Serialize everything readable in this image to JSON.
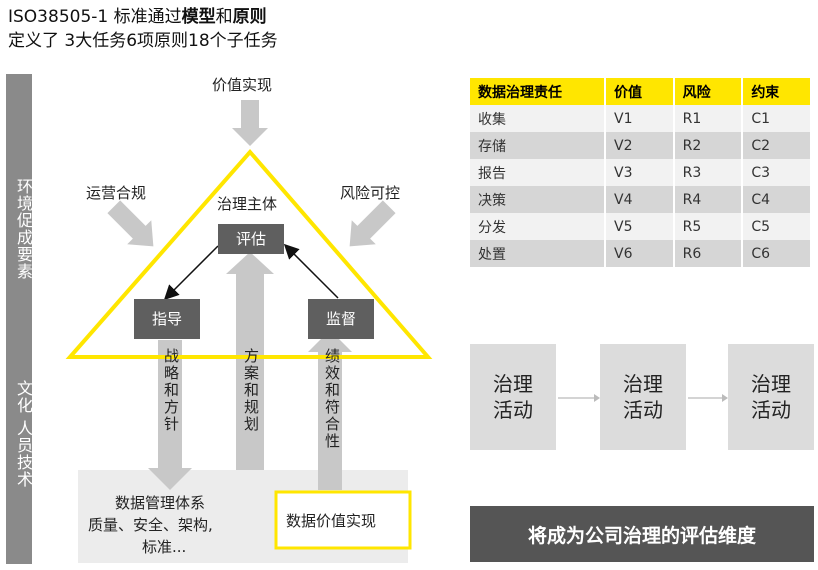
{
  "title": {
    "line1_prefix": "ISO38505-1 标准通过",
    "line1_bold1": "模型",
    "line1_mid": "和",
    "line1_bold2": "原则",
    "line2": "定义了 3大任务6项原则18个子任务"
  },
  "sidebar": {
    "top_text": "环境促成要素",
    "bottom_text": "文化 人员技术"
  },
  "model": {
    "value_realization": "价值实现",
    "operational_compliance": "运营合规",
    "risk_control": "风险可控",
    "governance_body": "治理主体",
    "evaluate": "评估",
    "direct": "指导",
    "monitor": "监督",
    "strategy_policy": "战略和方针",
    "plans_rules": "方案和规划",
    "performance_conformance": "绩效和符合性",
    "data_management_title": "数据管理体系",
    "data_management_items": "质量、安全、架构,",
    "data_management_more": "标准...",
    "data_value_realization": "数据价值实现"
  },
  "table": {
    "headers": [
      "数据治理责任",
      "价值",
      "风险",
      "约束"
    ],
    "rows": [
      [
        "收集",
        "V1",
        "R1",
        "C1"
      ],
      [
        "存储",
        "V2",
        "R2",
        "C2"
      ],
      [
        "报告",
        "V3",
        "R3",
        "C3"
      ],
      [
        "决策",
        "V4",
        "R4",
        "C4"
      ],
      [
        "分发",
        "V5",
        "R5",
        "C5"
      ],
      [
        "处置",
        "V6",
        "R6",
        "C6"
      ]
    ]
  },
  "activities": [
    "治理\n活动",
    "治理\n活动",
    "治理\n活动"
  ],
  "banner": "将成为公司治理的评估维度",
  "colors": {
    "accent_yellow": "#ffe600",
    "dark_gray": "#5f5f5f",
    "arrow_gray": "#c8c8c8"
  }
}
